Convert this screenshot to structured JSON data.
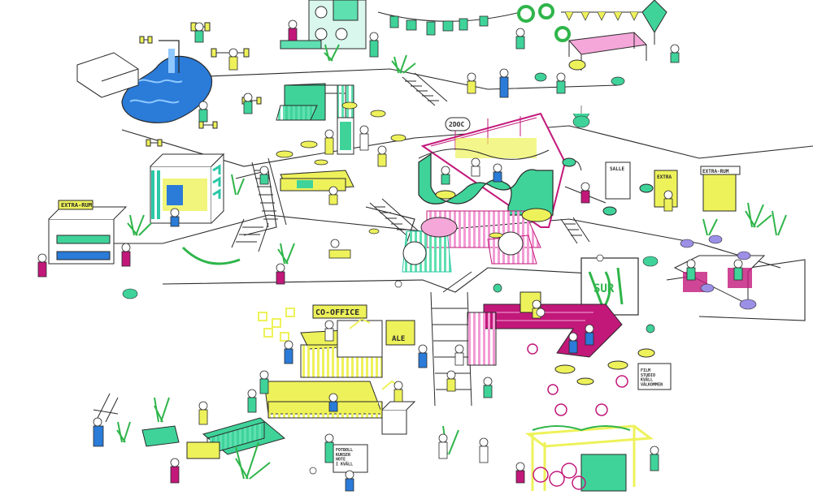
{
  "labels": {
    "extra_rum_left": "EXTRA-RUM",
    "co_office": "CO-OFFICE",
    "badge_2doc": "2DOC",
    "salle": "SALLE",
    "extra_rum_right_small": "EXTRA",
    "extra_rum_right": "EXTRA-RUM",
    "ale": "ALE",
    "sign_left": "FOTBOLL\nKURSER\nHOTE\nI KVÄLL",
    "sign_right": "FILM\nSTUDIO\nKVÄLL\nVÄLKOMMEN",
    "screen_text": "SUR"
  },
  "colors": {
    "ink": "#2a2a2a",
    "green": "#3fd39a",
    "teal": "#2bc7a8",
    "yellow": "#eef25a",
    "magenta": "#c2187a",
    "pink": "#f4a7d8",
    "blue": "#2b7bd8",
    "leaf": "#2fb54a"
  }
}
